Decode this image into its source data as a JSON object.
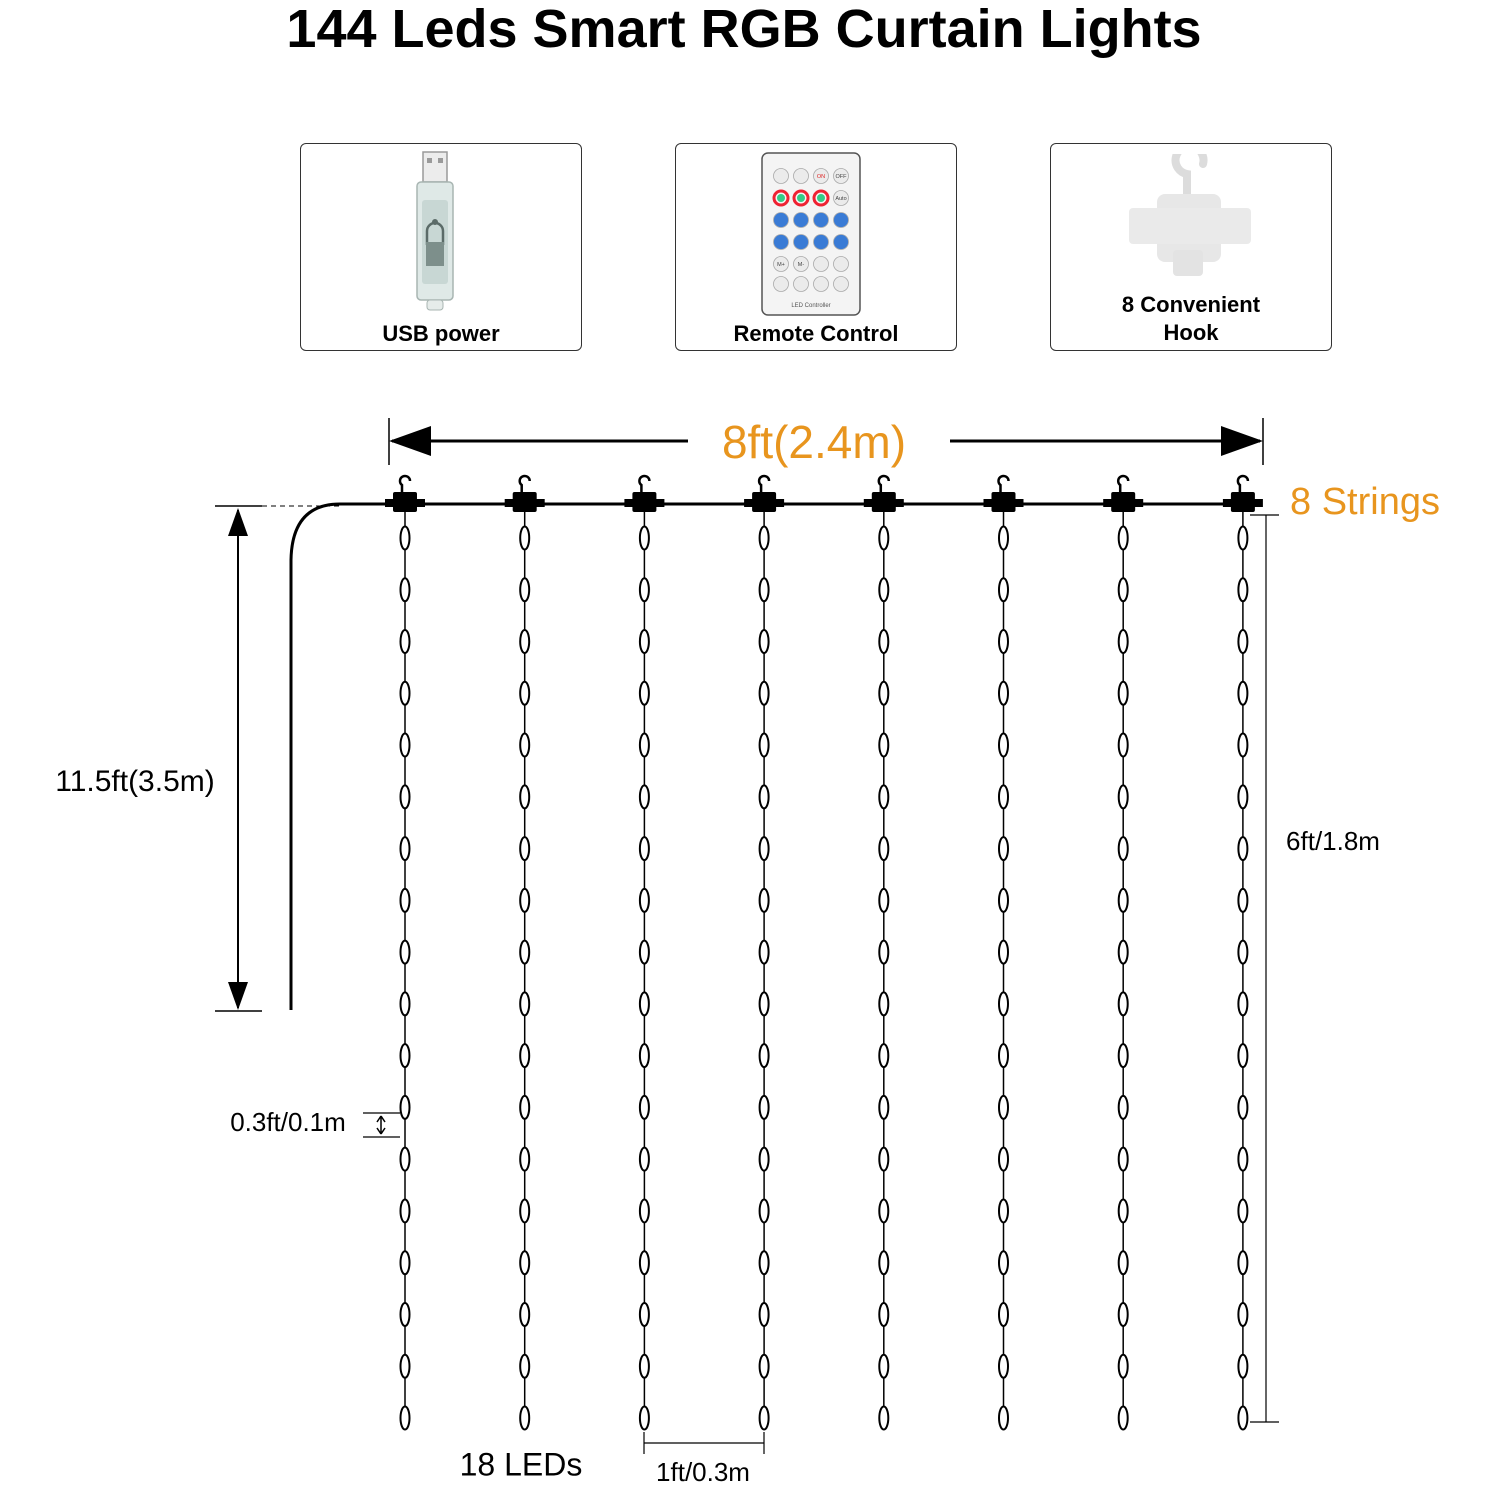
{
  "title": "144 Leds Smart RGB Curtain Lights",
  "features": [
    {
      "label": "USB power",
      "icon": "usb-plug-icon"
    },
    {
      "label": "Remote Control",
      "icon": "remote-control-icon"
    },
    {
      "label": "8 Convenient\nHook",
      "icon": "hook-icon"
    }
  ],
  "remote_buttons": [
    "ON",
    "OFF",
    "Auto",
    "M+",
    "M-"
  ],
  "remote_caption": "LED Controller",
  "dimensions": {
    "width_label": "8ft(2.4m)",
    "strings_label": "8 Strings",
    "cable_length_label": "11.5ft(3.5m)",
    "string_length_label": "6ft/1.8m",
    "led_spacing_label": "0.3ft/0.1m",
    "leds_per_string_label": "18 LEDs",
    "string_spacing_label": "1ft/0.3m"
  },
  "strings": 8,
  "leds_per_string": 18,
  "colors": {
    "accent": "#e8951e",
    "line": "#000000",
    "card_border": "#333333"
  }
}
